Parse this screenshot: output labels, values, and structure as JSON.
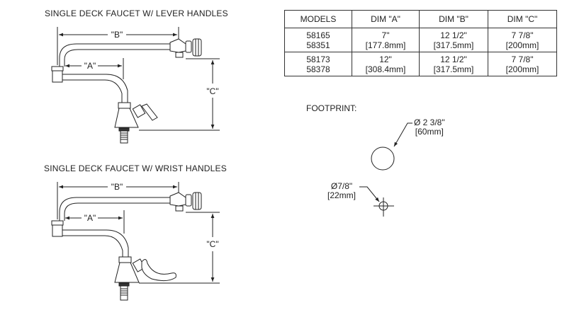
{
  "figures": [
    {
      "title": "SINGLE DECK FAUCET W/ LEVER HANDLES",
      "dim_labels": {
        "a": "\"A\"",
        "b": "\"B\"",
        "c": "\"C\""
      },
      "handle_type": "lever"
    },
    {
      "title": "SINGLE DECK FAUCET W/  WRIST HANDLES",
      "dim_labels": {
        "a": "\"A\"",
        "b": "\"B\"",
        "c": "\"C\""
      },
      "handle_type": "wrist"
    }
  ],
  "table": {
    "headers": [
      "MODELS",
      "DIM \"A\"",
      "DIM \"B\"",
      "DIM \"C\""
    ],
    "rows": [
      {
        "models": [
          "58165",
          "58351"
        ],
        "dim_a": [
          "7\"",
          "[177.8mm]"
        ],
        "dim_b": [
          "12 1/2\"",
          "[317.5mm]"
        ],
        "dim_c": [
          "7 7/8\"",
          "[200mm]"
        ]
      },
      {
        "models": [
          "58173",
          "58378"
        ],
        "dim_a": [
          "12\"",
          "[308.4mm]"
        ],
        "dim_b": [
          "12 1/2\"",
          "[317.5mm]"
        ],
        "dim_c": [
          "7 7/8\"",
          "[200mm]"
        ]
      }
    ]
  },
  "footprint": {
    "title": "FOOTPRINT:",
    "large_hole": {
      "imperial": "Ø 2 3/8\"",
      "metric": "[60mm]"
    },
    "small_hole": {
      "imperial": "Ø7/8\"",
      "metric": "[22mm]"
    }
  }
}
